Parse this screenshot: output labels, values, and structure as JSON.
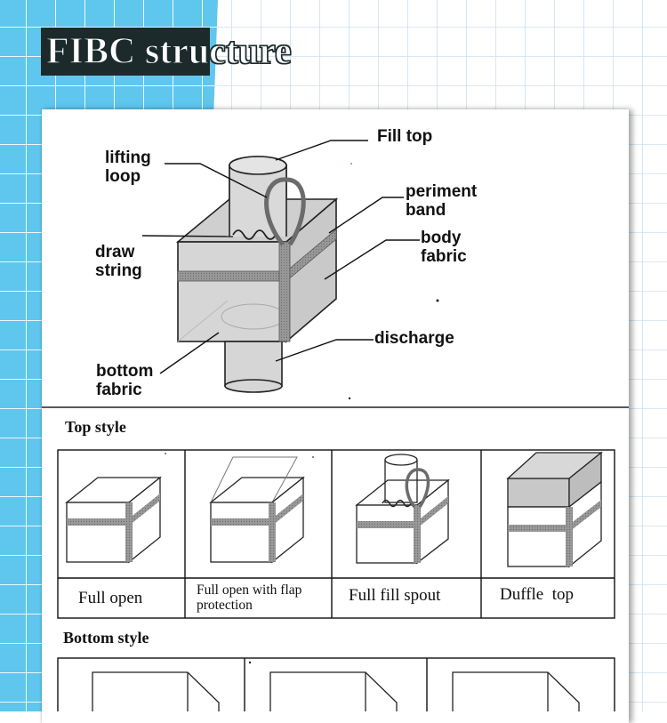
{
  "page": {
    "title": "FIBC structure"
  },
  "structure": {
    "labels": {
      "fill_top": "Fill top",
      "lifting_loop": "lifting\nloop",
      "periment_band": "periment\nband",
      "body_fabric": "body\nfabric",
      "draw_string": "draw\nstring",
      "discharge": "discharge",
      "bottom_fabric": "bottom\nfabric"
    }
  },
  "top_style": {
    "heading": "Top style",
    "items": [
      "Full open",
      "Full open with flap protection",
      "Full fill spout",
      "Duffle  top"
    ]
  },
  "bottom_style": {
    "heading": "Bottom style"
  },
  "colors": {
    "background_blue": "#5fc6ee",
    "grid_line": "#ffffff",
    "title_box": "#1c2a2c",
    "band_gray": "#8e8e8e",
    "box_gray": "#d4d4d4"
  }
}
